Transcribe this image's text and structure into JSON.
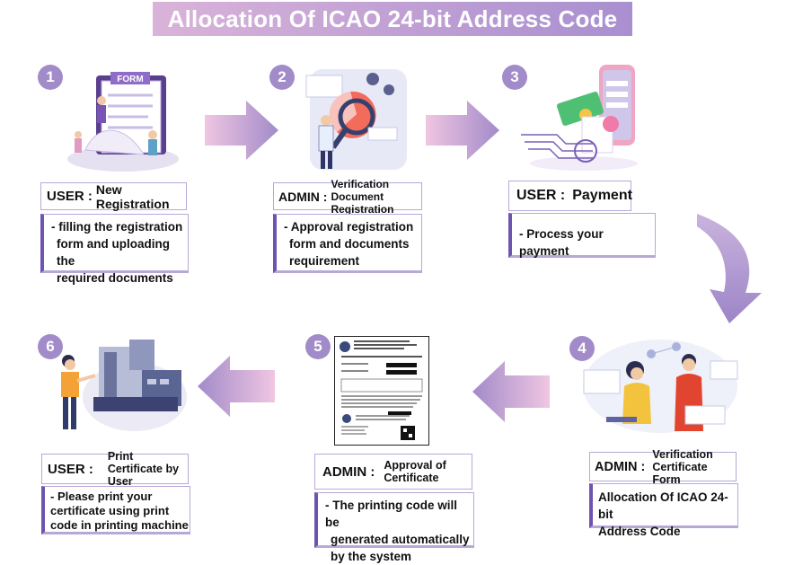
{
  "title": "Allocation Of ICAO 24-bit Address Code",
  "colors": {
    "accent": "#a28bc9",
    "border": "#b8a8d8",
    "arrow_from": "#e8b6d9",
    "arrow_to": "#a28bc9"
  },
  "steps": [
    {
      "number": "1",
      "role": "USER :",
      "action": "New Registration",
      "description": [
        "- filling the registration",
        "form and uploading the",
        "required documents"
      ],
      "illustration_text": "FORM"
    },
    {
      "number": "2",
      "role": "ADMIN :",
      "action": "Verification Document Registration",
      "description": [
        "- Approval  registration",
        "form  and documents",
        "requirement"
      ]
    },
    {
      "number": "3",
      "role": "USER :",
      "action": "Payment",
      "description": [
        "-  Process your payment"
      ]
    },
    {
      "number": "4",
      "role": "ADMIN :",
      "action": "Verification Certificate Form",
      "description": [
        "Allocation Of ICAO 24-bit",
        "Address Code"
      ]
    },
    {
      "number": "5",
      "role": "ADMIN :",
      "action": "Approval of Certificate",
      "description": [
        "- The printing code will be",
        "generated automatically",
        "by the system"
      ]
    },
    {
      "number": "6",
      "role": "USER :",
      "action": "Print Certificate by User",
      "description": [
        "- Please print your",
        "certificate using print",
        "code in printing machine"
      ]
    }
  ]
}
